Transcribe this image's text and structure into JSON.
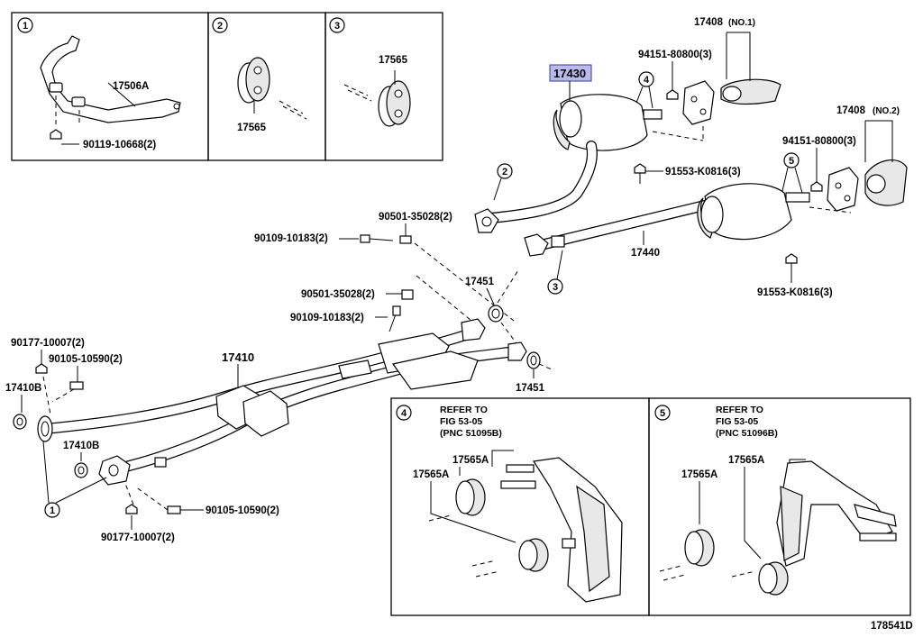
{
  "diagram_id": "178541D",
  "highlight_color": "#b9b9ea",
  "insets": {
    "inset1": {
      "num": "1",
      "parts": [
        "17506A",
        "90119-10668(2)"
      ]
    },
    "inset2": {
      "num": "2",
      "parts": [
        "17565"
      ]
    },
    "inset3": {
      "num": "3",
      "parts": [
        "17565"
      ]
    },
    "inset4": {
      "num": "4",
      "ref_lines": [
        "REFER TO",
        "FIG 53-05",
        "(PNC 51095B)"
      ],
      "parts": [
        "17565A",
        "17565A"
      ]
    },
    "inset5": {
      "num": "5",
      "ref_lines": [
        "REFER TO",
        "FIG 53-05",
        "(PNC 51096B)"
      ],
      "parts": [
        "17565A",
        "17565A"
      ]
    }
  },
  "labels": {
    "p17430": "17430",
    "p17408_no1": "17408",
    "p17408_no1_note": "(NO.1)",
    "p94151_a": "94151-80800(3)",
    "p91553_a": "91553-K0816(3)",
    "p17408_no2": "17408",
    "p17408_no2_note": "(NO.2)",
    "p94151_b": "94151-80800(3)",
    "p17440": "17440",
    "p91553_b": "91553-K0816(3)",
    "p90501_a": "90501-35028(2)",
    "p90109_a": "90109-10183(2)",
    "p17451_a": "17451",
    "p90501_b": "90501-35028(2)",
    "p90109_b": "90109-10183(2)",
    "p17451_b": "17451",
    "p90177_a": "90177-10007(2)",
    "p90105_a": "90105-10590(2)",
    "p17410": "17410",
    "p17410b_a": "17410B",
    "p17410b_b": "17410B",
    "p90105_b": "90105-10590(2)",
    "p90177_b": "90177-10007(2)"
  },
  "callouts": {
    "c1": "1",
    "c2": "2",
    "c3": "3",
    "c4": "4",
    "c5": "5"
  }
}
